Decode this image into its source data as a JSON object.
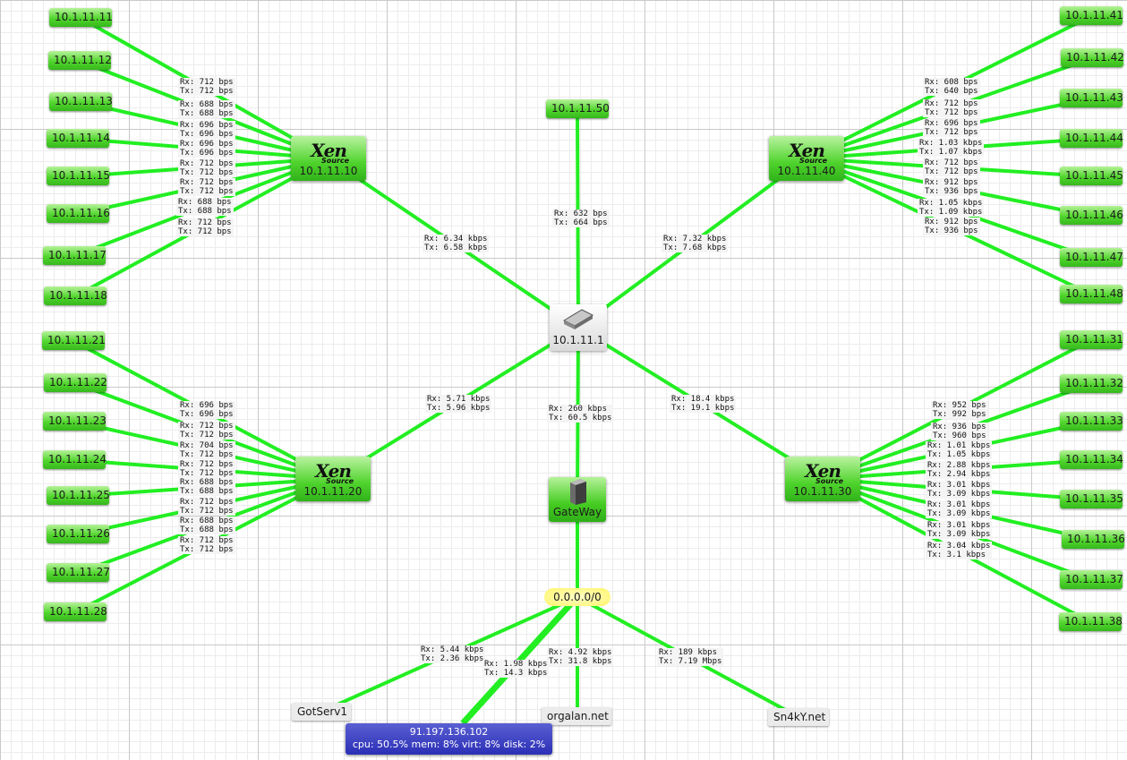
{
  "colors": {
    "link": "#22ee22",
    "host_bg": "#4fd32c"
  },
  "center": {
    "label": "10.1.11.1",
    "icon": "router-icon"
  },
  "node50": {
    "label": "10.1.11.50"
  },
  "gateway": {
    "label": "GateWay",
    "icon": "server-tower-icon"
  },
  "net": {
    "label": "0.0.0.0/0"
  },
  "hosts": [
    {
      "label": "10.1.11.10",
      "logo": "Xen",
      "logo_sub": "Source"
    },
    {
      "label": "10.1.11.20",
      "logo": "Xen",
      "logo_sub": "Source"
    },
    {
      "label": "10.1.11.30",
      "logo": "Xen",
      "logo_sub": "Source"
    },
    {
      "label": "10.1.11.40",
      "logo": "Xen",
      "logo_sub": "Source"
    }
  ],
  "vms": [
    {
      "label": "10.1.11.11"
    },
    {
      "label": "10.1.11.12"
    },
    {
      "label": "10.1.11.13"
    },
    {
      "label": "10.1.11.14"
    },
    {
      "label": "10.1.11.15"
    },
    {
      "label": "10.1.11.16"
    },
    {
      "label": "10.1.11.17"
    },
    {
      "label": "10.1.11.18"
    },
    {
      "label": "10.1.11.21"
    },
    {
      "label": "10.1.11.22"
    },
    {
      "label": "10.1.11.23"
    },
    {
      "label": "10.1.11.24"
    },
    {
      "label": "10.1.11.25"
    },
    {
      "label": "10.1.11.26"
    },
    {
      "label": "10.1.11.27"
    },
    {
      "label": "10.1.11.28"
    },
    {
      "label": "10.1.11.31"
    },
    {
      "label": "10.1.11.32"
    },
    {
      "label": "10.1.11.33"
    },
    {
      "label": "10.1.11.34"
    },
    {
      "label": "10.1.11.35"
    },
    {
      "label": "10.1.11.36"
    },
    {
      "label": "10.1.11.37"
    },
    {
      "label": "10.1.11.38"
    },
    {
      "label": "10.1.11.41"
    },
    {
      "label": "10.1.11.42"
    },
    {
      "label": "10.1.11.43"
    },
    {
      "label": "10.1.11.44"
    },
    {
      "label": "10.1.11.45"
    },
    {
      "label": "10.1.11.46"
    },
    {
      "label": "10.1.11.47"
    },
    {
      "label": "10.1.11.48"
    }
  ],
  "externals": [
    {
      "label": "GotServ1"
    },
    {
      "label": "orgalan.net"
    },
    {
      "label": "Sn4kY.net"
    }
  ],
  "ext_host": {
    "ip": "91.197.136.102",
    "stats": "cpu: 50.5% mem: 8% virt: 8% disk: 2%"
  },
  "traffic": [
    {
      "rx": "Rx: 712 bps",
      "tx": "Tx: 712 bps"
    },
    {
      "rx": "Rx: 688 bps",
      "tx": "Tx: 688 bps"
    },
    {
      "rx": "Rx: 696 bps",
      "tx": "Tx: 696 bps"
    },
    {
      "rx": "Rx: 696 bps",
      "tx": "Tx: 696 bps"
    },
    {
      "rx": "Rx: 712 bps",
      "tx": "Tx: 712 bps"
    },
    {
      "rx": "Rx: 712 bps",
      "tx": "Tx: 712 bps"
    },
    {
      "rx": "Rx: 688 bps",
      "tx": "Tx: 688 bps"
    },
    {
      "rx": "Rx: 712 bps",
      "tx": "Tx: 712 bps"
    },
    {
      "rx": "Rx: 696 bps",
      "tx": "Tx: 696 bps"
    },
    {
      "rx": "Rx: 712 bps",
      "tx": "Tx: 712 bps"
    },
    {
      "rx": "Rx: 704 bps",
      "tx": "Tx: 712 bps"
    },
    {
      "rx": "Rx: 712 bps",
      "tx": "Tx: 712 bps"
    },
    {
      "rx": "Rx: 688 bps",
      "tx": "Tx: 688 bps"
    },
    {
      "rx": "Rx: 712 bps",
      "tx": "Tx: 712 bps"
    },
    {
      "rx": "Rx: 688 bps",
      "tx": "Tx: 688 bps"
    },
    {
      "rx": "Rx: 712 bps",
      "tx": "Tx: 712 bps"
    },
    {
      "rx": "Rx: 952 bps",
      "tx": "Tx: 992 bps"
    },
    {
      "rx": "Rx: 936 bps",
      "tx": "Tx: 960 bps"
    },
    {
      "rx": "Rx: 1.01 kbps",
      "tx": "Tx: 1.05 kbps"
    },
    {
      "rx": "Rx: 2.88 kbps",
      "tx": "Tx: 2.94 kbps"
    },
    {
      "rx": "Rx: 3.01 kbps",
      "tx": "Tx: 3.09 kbps"
    },
    {
      "rx": "Rx: 3.01 kbps",
      "tx": "Tx: 3.09 kbps"
    },
    {
      "rx": "Rx: 3.01 kbps",
      "tx": "Tx: 3.09 kbps"
    },
    {
      "rx": "Rx: 3.04 kbps",
      "tx": "Tx: 3.1 kbps"
    },
    {
      "rx": "Rx: 608 bps",
      "tx": "Tx: 640 bps"
    },
    {
      "rx": "Rx: 712 bps",
      "tx": "Tx: 712 bps"
    },
    {
      "rx": "Rx: 696 bps",
      "tx": "Tx: 712 bps"
    },
    {
      "rx": "Rx: 1.03 kbps",
      "tx": "Tx: 1.07 kbps"
    },
    {
      "rx": "Rx: 712 bps",
      "tx": "Tx: 712 bps"
    },
    {
      "rx": "Rx: 912 bps",
      "tx": "Tx: 936 bps"
    },
    {
      "rx": "Rx: 1.05 kbps",
      "tx": "Tx: 1.09 kbps"
    },
    {
      "rx": "Rx: 912 bps",
      "tx": "Tx: 936 bps"
    },
    {
      "rx": "Rx: 6.34 kbps",
      "tx": "Tx: 6.58 kbps"
    },
    {
      "rx": "Rx: 632 bps",
      "tx": "Tx: 664 bps"
    },
    {
      "rx": "Rx: 7.32 kbps",
      "tx": "Tx: 7.68 kbps"
    },
    {
      "rx": "Rx: 5.71 kbps",
      "tx": "Tx: 5.96 kbps"
    },
    {
      "rx": "Rx: 260 kbps",
      "tx": "Tx: 60.5 kbps"
    },
    {
      "rx": "Rx: 18.4 kbps",
      "tx": "Tx: 19.1 kbps"
    },
    {
      "rx": "Rx: 5.44 kbps",
      "tx": "Tx: 2.36 kbps"
    },
    {
      "rx": "Rx: 1.98 kbps",
      "tx": "Tx: 14.3 kbps"
    },
    {
      "rx": "Rx: 4.92 kbps",
      "tx": "Tx: 31.8 kbps"
    },
    {
      "rx": "Rx: 189 kbps",
      "tx": "Tx: 7.19 Mbps"
    }
  ]
}
